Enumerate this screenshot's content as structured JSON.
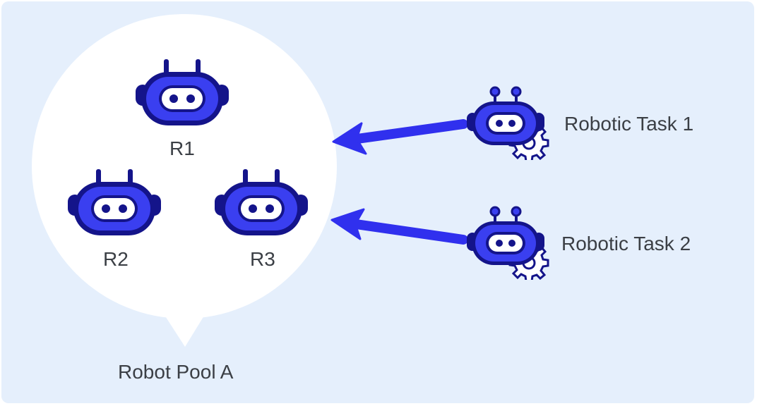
{
  "pool": {
    "label": "Robot Pool A",
    "robots": [
      {
        "id": "R1",
        "label": "R1"
      },
      {
        "id": "R2",
        "label": "R2"
      },
      {
        "id": "R3",
        "label": "R3"
      }
    ]
  },
  "tasks": [
    {
      "label": "Robotic Task 1"
    },
    {
      "label": "Robotic Task 2"
    }
  ],
  "colors": {
    "background": "#e5effc",
    "bubble": "#ffffff",
    "robot_body": "#3a3ff0",
    "robot_outline": "#14148a",
    "arrow": "#3030ee",
    "text": "#3b3f45"
  }
}
